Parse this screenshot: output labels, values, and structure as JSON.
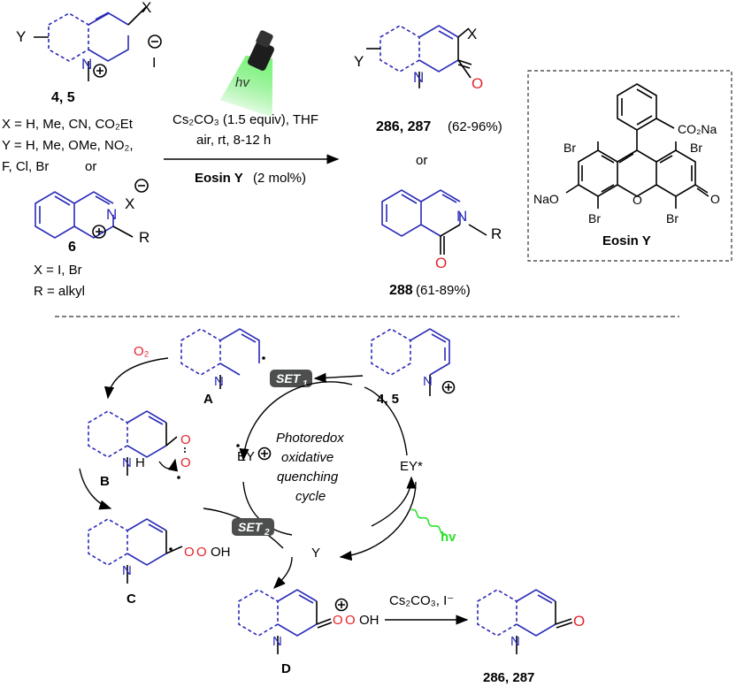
{
  "reactants": {
    "quinolinium": {
      "y": "Y",
      "x": "X",
      "n": "N",
      "iodide": "I",
      "compounds": "4, 5"
    },
    "x_def": "X = H, Me, CN, CO₂Et",
    "y_def_1": "Y = H, Me, OMe, NO₂,",
    "y_def_2": "F, Cl, Br",
    "or1": "or",
    "isoquinolinium": {
      "x": "X",
      "n": "N",
      "r": "R",
      "compound": "6"
    },
    "x_def_2": "X = I, Br",
    "r_def": "R = alkyl"
  },
  "conditions": {
    "hv": "hv",
    "line1": "Cs₂CO₃ (1.5 equiv), THF",
    "line2": "air, rt, 8-12 h",
    "catalyst_name": "Eosin Y",
    "catalyst_load": "(2 mol%)"
  },
  "products": {
    "quinolone": {
      "compounds": "286, 287",
      "yield": "(62-96%)",
      "y": "Y",
      "x": "X",
      "n": "N",
      "o": "O"
    },
    "or2": "or",
    "isoquinolone": {
      "compound": "288",
      "yield": "(61-89%)",
      "n": "N",
      "r": "R",
      "o": "O"
    }
  },
  "eosin": {
    "co2na": "CO₂Na",
    "br": "Br",
    "nao": "NaO",
    "o": "O",
    "name": "Eosin Y"
  },
  "mechanism": {
    "o2": "O₂",
    "label_a": "A",
    "label_b": "B",
    "label_c": "C",
    "label_d": "D",
    "start": "4, 5",
    "set1": "SET",
    "set1_sub": "1",
    "set2": "SET",
    "set2_sub": "2",
    "ey_plus": "EY",
    "ey_star": "EY*",
    "y": "Y",
    "cycle_1": "Photoredox",
    "cycle_2": "oxidative",
    "cycle_3": "quenching",
    "cycle_4": "cycle",
    "hv": "hv",
    "h": "H",
    "o": "O",
    "oh": "OH",
    "n": "N",
    "final_reagents": "Cs₂CO₃, I⁻",
    "final": "286, 287"
  },
  "colors": {
    "blue": "#2a2ab8",
    "red": "#e3242b",
    "green": "#2ee22e",
    "badge": "#4d4f4f"
  }
}
